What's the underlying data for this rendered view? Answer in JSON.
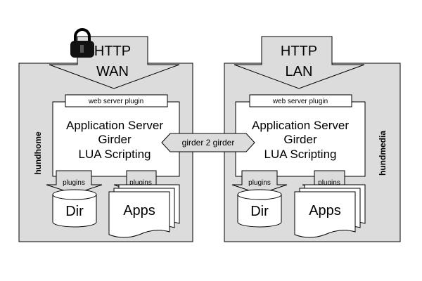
{
  "left_host": {
    "name": "hundhome",
    "http": {
      "line1": "HTTP",
      "line2": "WAN"
    },
    "has_lock": true,
    "plugin_label": "web server plugin",
    "app_lines": [
      "Application Server",
      "Girder",
      "LUA Scripting"
    ],
    "plugins_dir_label": "plugins",
    "plugins_apps_label": "plugins",
    "dir_label": "Dir",
    "apps_label": "Apps"
  },
  "right_host": {
    "name": "hundmedia",
    "http": {
      "line1": "HTTP",
      "line2": "LAN"
    },
    "has_lock": false,
    "plugin_label": "web server plugin",
    "app_lines": [
      "Application Server",
      "Girder",
      "LUA Scripting"
    ],
    "plugins_dir_label": "plugins",
    "plugins_apps_label": "plugins",
    "dir_label": "Dir",
    "apps_label": "Apps"
  },
  "link_label": "girder 2 girder",
  "colors": {
    "host_fill": "#dcdcdc",
    "box_fill": "#ffffff",
    "stroke": "#000000"
  },
  "icons": [
    "lock-icon",
    "database-icon",
    "document-stack-icon",
    "double-arrow-icon"
  ]
}
